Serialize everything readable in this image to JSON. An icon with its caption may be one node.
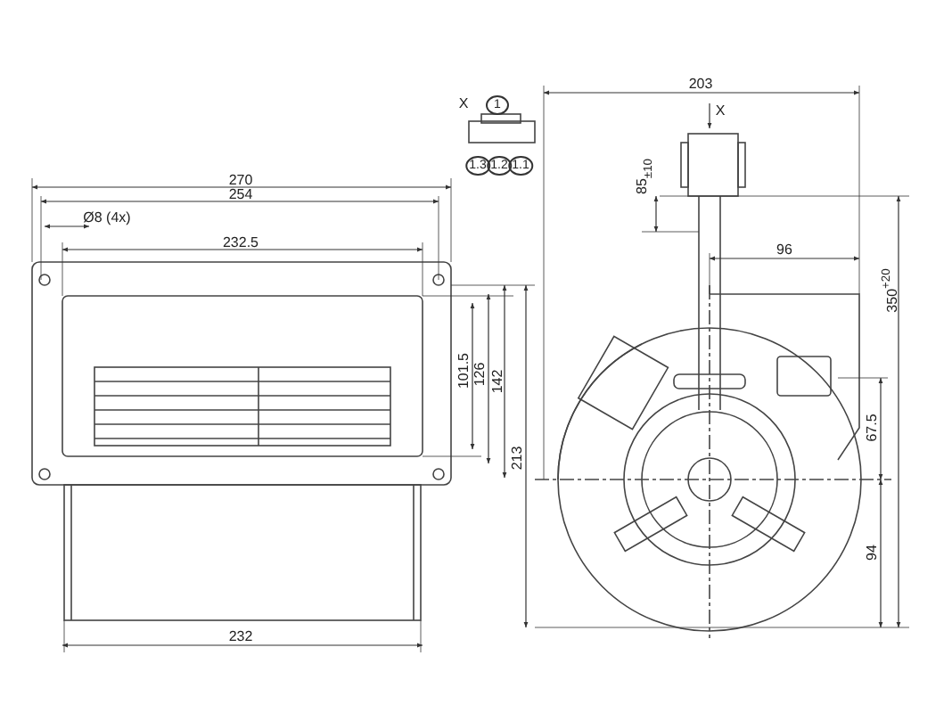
{
  "diagram": {
    "labels": [
      "203",
      "X",
      "1",
      "X",
      "1.3",
      "1.2",
      "1.1",
      "270",
      "85$_{±10}$",
      "254",
      "Ø8 (4x)",
      "96",
      "232.5",
      "350$^{+20}$",
      "101.5",
      "126",
      "142",
      "213",
      "67.5",
      "94",
      "232"
    ]
  }
}
